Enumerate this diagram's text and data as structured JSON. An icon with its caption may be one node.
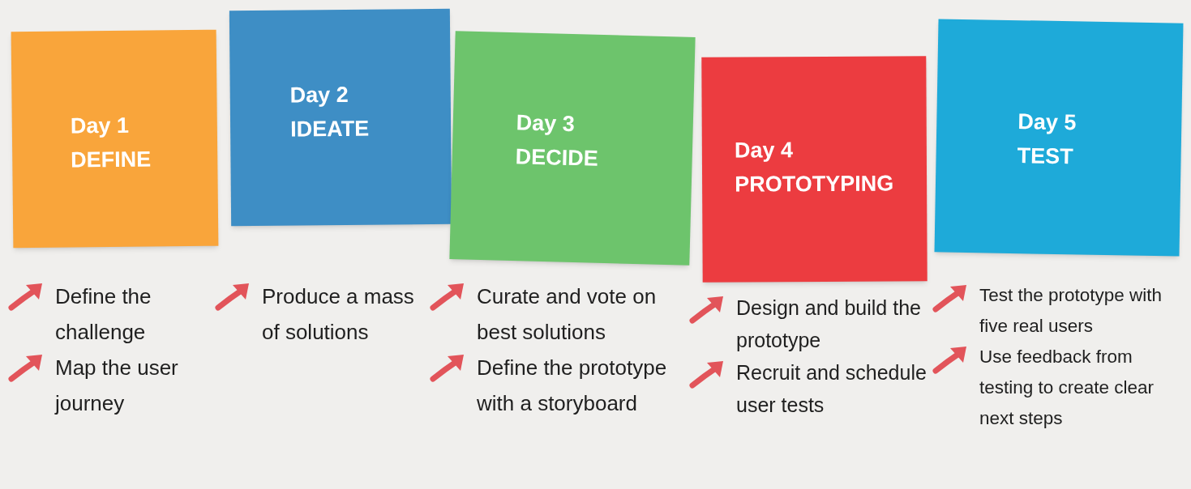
{
  "diagram": {
    "nodes": [
      {
        "text": [
          "Day 1",
          "DEFINE"
        ]
      },
      {
        "text": [
          "Day 2",
          "IDEATE"
        ]
      },
      {
        "text": [
          "Day 3",
          "DECIDE"
        ]
      },
      {
        "text": [
          "Day 4",
          "PROTOTYPING"
        ]
      },
      {
        "text": [
          "Day 5",
          "TEST"
        ]
      }
    ],
    "labels": [
      "Define the challenge",
      "Map the user journey",
      "Produce a mass of solutions",
      "Curate and vote on best solutions",
      "Define the prototype with a storyboard",
      "Design and build the prototype",
      "Recruit and schedule user tests",
      "Test the prototype with five real users",
      "Use feedback from testing to create clear next steps"
    ]
  }
}
